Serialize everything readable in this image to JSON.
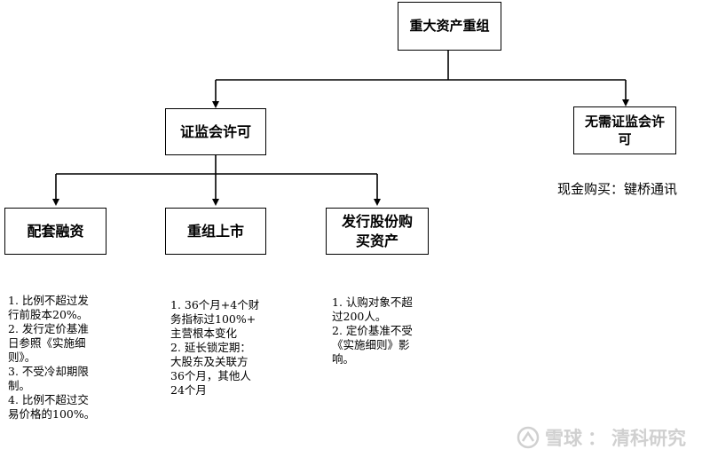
{
  "nodes": {
    "root": "重大资产重组",
    "csrc_approval": "证监会许可",
    "no_approval": "无需证监会许可",
    "supporting_financing": "配套融资",
    "reorg_listing": "重组上市",
    "share_issuance": "发行股份购买资产"
  },
  "notes": {
    "supporting_financing": [
      "1. 比例不超过发",
      "行前股本20%。",
      "2. 发行定价基准",
      "日参照《实施细",
      "则》。",
      "3. 不受冷却期限",
      "制。",
      "4. 比例不超过交",
      "易价格的100%。"
    ],
    "reorg_listing": [
      "1. 36个月+4个财",
      "务指标过100%+",
      "主营根本变化",
      "2. 延长锁定期：",
      "大股东及关联方",
      "36个月，其他人",
      "24个月"
    ],
    "share_issuance": [
      "1. 认购对象不超",
      "过200人。",
      "2. 定价基准不受",
      "《实施细则》影",
      "响。"
    ]
  },
  "cash_purchase_example": "现金购买：键桥通讯",
  "watermark": {
    "brand": "雪球",
    "separator": "：",
    "author": "清科研究"
  }
}
